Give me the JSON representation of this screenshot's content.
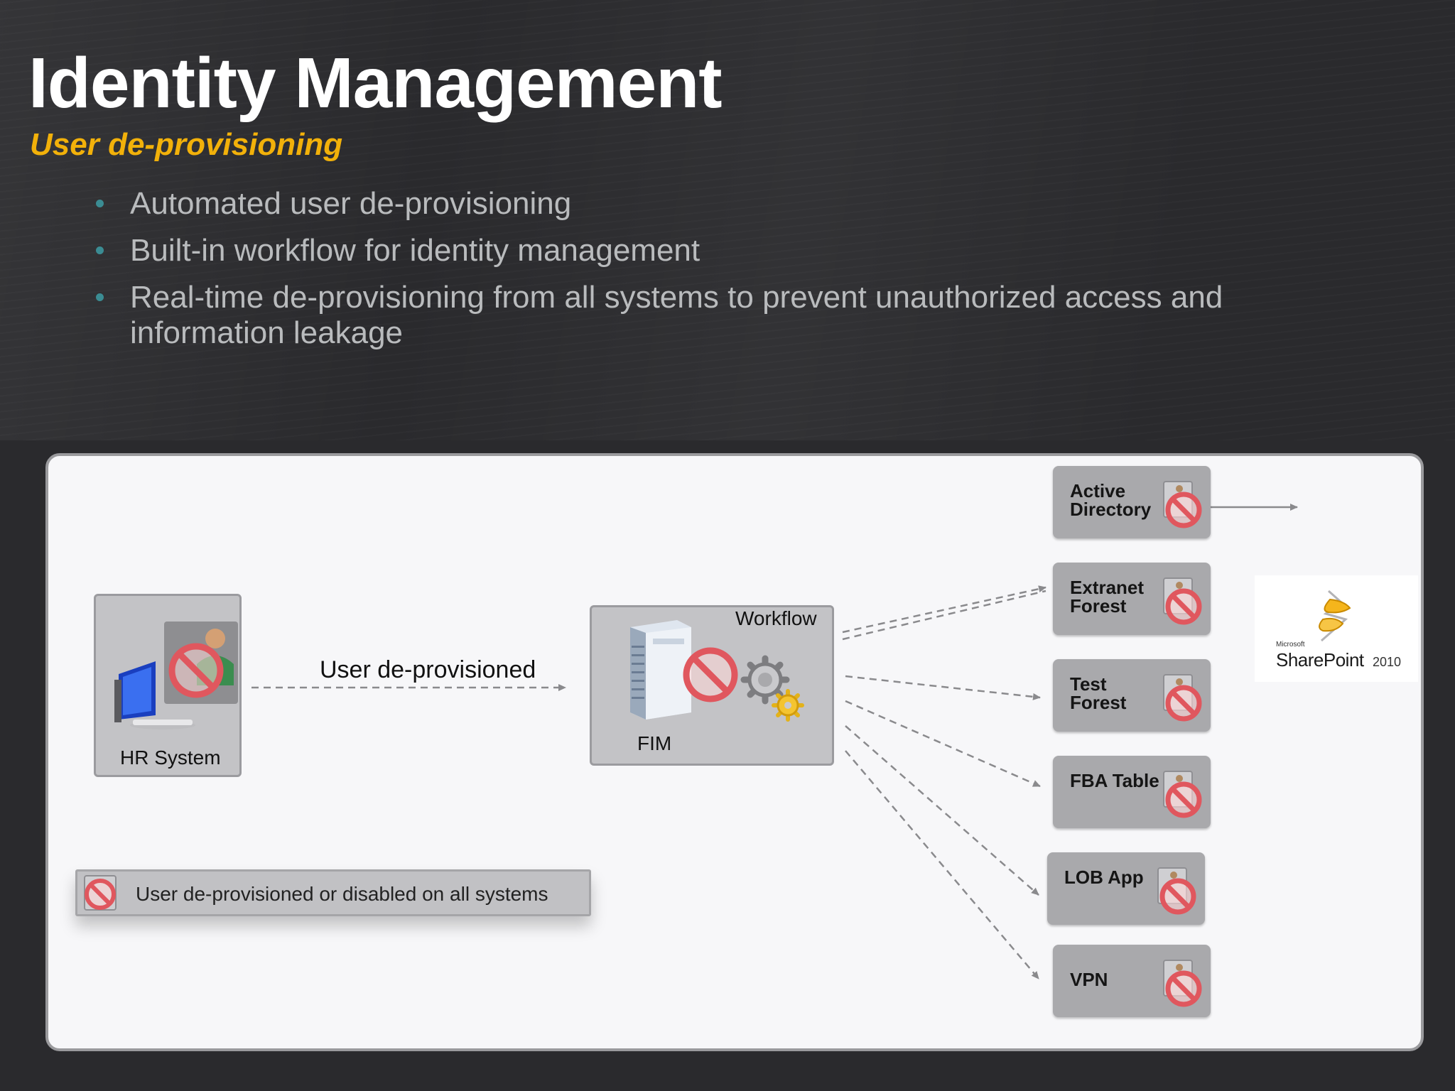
{
  "slide": {
    "title": "Identity Management",
    "subtitle": "User de-provisioning",
    "bullets": [
      "Automated user de-provisioning",
      "Built-in workflow for identity management",
      "Real-time de-provisioning from all systems to prevent unauthorized access and information leakage"
    ]
  },
  "diagram": {
    "hr_system_label": "HR System",
    "edge_label": "User de-provisioned",
    "fim_label": "FIM",
    "workflow_label": "Workflow",
    "targets": [
      {
        "label": "Active Directory"
      },
      {
        "label": "Extranet Forest"
      },
      {
        "label": "Test Forest"
      },
      {
        "label": "FBA Table"
      },
      {
        "label": "LOB App"
      },
      {
        "label": "VPN"
      }
    ],
    "legend": "User de-provisioned or disabled on all systems",
    "sharepoint": {
      "microsoft": "Microsoft",
      "name": "SharePoint",
      "year": "2010"
    }
  },
  "colors": {
    "background": "#2a2a2d",
    "title": "#ffffff",
    "subtitle": "#f2b10a",
    "bullet_text": "#b9bbbd",
    "bullet_dot": "#3b8c93",
    "panel": "#f7f7f9",
    "node": "#a9a9ac",
    "no_symbol": "#e0575e"
  },
  "icons": [
    "computer-icon",
    "user-icon",
    "server-icon",
    "gear-icon",
    "no-entry-icon",
    "sharepoint-logo"
  ]
}
